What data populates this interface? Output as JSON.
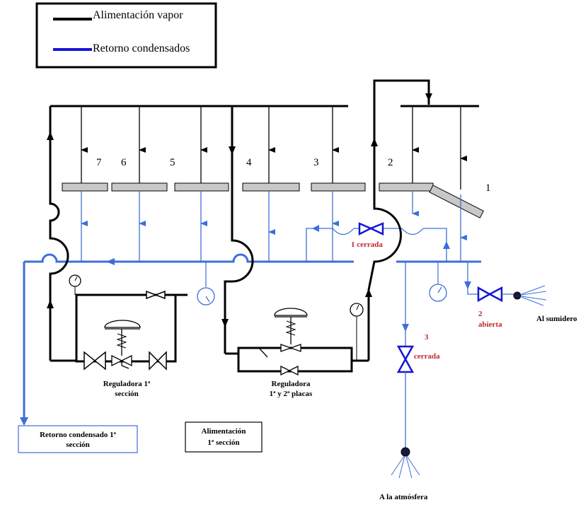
{
  "legend": {
    "steam_label": "Alimentación vapor",
    "condensate_label": "Retorno condensados",
    "steam_color": "#000000",
    "condensate_color": "#1515d8"
  },
  "plates": [
    {
      "number": "7"
    },
    {
      "number": "6"
    },
    {
      "number": "5"
    },
    {
      "number": "4"
    },
    {
      "number": "3"
    },
    {
      "number": "2"
    },
    {
      "number": "1"
    }
  ],
  "valves": {
    "valve1": {
      "number": "1",
      "state": "cerrada",
      "label": "1 cerrada"
    },
    "valve2": {
      "number": "2",
      "state": "abierta"
    },
    "valve3": {
      "number": "3",
      "state": "cerrada"
    }
  },
  "regulators": {
    "section1": {
      "line1": "Reguladora 1ª",
      "line2": "sección"
    },
    "plates12": {
      "line1": "Reguladora",
      "line2": "1ª y 2ª  placas"
    }
  },
  "outlets": {
    "drain": "Al sumidero",
    "atmosphere": "A la atmósfera"
  },
  "boxes": {
    "condensate_return": {
      "line1": "Retorno condensado 1ª",
      "line2": "sección"
    },
    "steam_supply": {
      "line1": "Alimentación",
      "line2": "1ª  sección"
    }
  },
  "colors": {
    "line_black": "#000000",
    "line_blue": "#3d6fd8",
    "valve_blue": "#1515d8",
    "label_red": "#c0262e",
    "plate_gray": "#c8c8c8"
  }
}
